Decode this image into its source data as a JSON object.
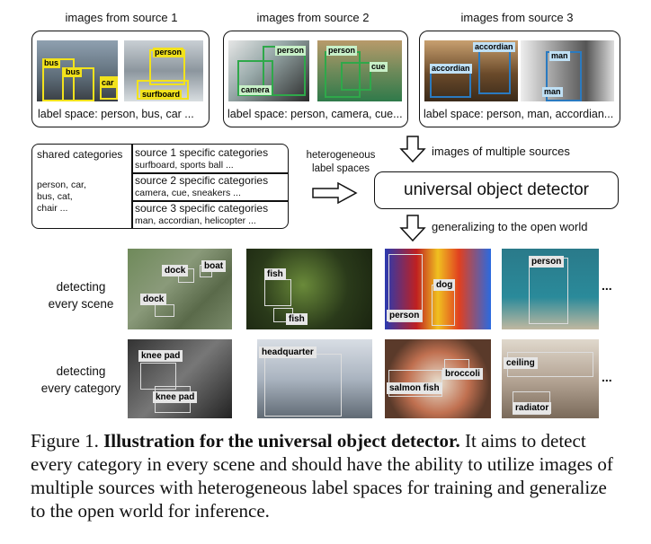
{
  "sources": [
    {
      "title": "images from source 1",
      "label_space": "label space: person, bus, car ...",
      "tags": [
        "bus",
        "bus",
        "car",
        "person",
        "surfboard"
      ]
    },
    {
      "title": "images from source 2",
      "label_space": "label space: person, camera, cue...",
      "tags": [
        "person",
        "camera",
        "person",
        "cue"
      ]
    },
    {
      "title": "images from source 3",
      "label_space": "label space: person, man, accordian...",
      "tags": [
        "accordian",
        "accordian",
        "man",
        "man"
      ]
    }
  ],
  "categories": {
    "shared_title": "shared categories",
    "shared_items": [
      "person, car,",
      "bus, cat,",
      "chair ..."
    ],
    "specific": [
      {
        "title": "source 1 specific categories",
        "items": "surfboard, sports ball ..."
      },
      {
        "title": "source 2 specific categories",
        "items": "camera, cue, sneakers ..."
      },
      {
        "title": "source 3 specific categories",
        "items": "man, accordian, helicopter ..."
      }
    ]
  },
  "hetero_label": [
    "heterogeneous",
    "label spaces"
  ],
  "multi_sources": "images of multiple sources",
  "detector": "universal object detector",
  "open_world": "generalizing to the open world",
  "row1_label": [
    "detecting",
    "every scene"
  ],
  "row2_label": [
    "detecting",
    "every category"
  ],
  "row1_tags": [
    "dock",
    "boat",
    "dock",
    "fish",
    "fish",
    "dog",
    "person",
    "person"
  ],
  "row2_tags": [
    "knee pad",
    "knee pad",
    "headquarter",
    "broccoli",
    "salmon fish",
    "ceiling",
    "radiator"
  ],
  "ellipsis": "...",
  "caption": {
    "prefix": "Figure 1. ",
    "bold": "Illustration for the universal object detector.",
    "rest": " It aims to detect every category in every scene and should have the ability to utilize images of multiple sources with heterogeneous label spaces for training and generalize to the open world for inference."
  }
}
